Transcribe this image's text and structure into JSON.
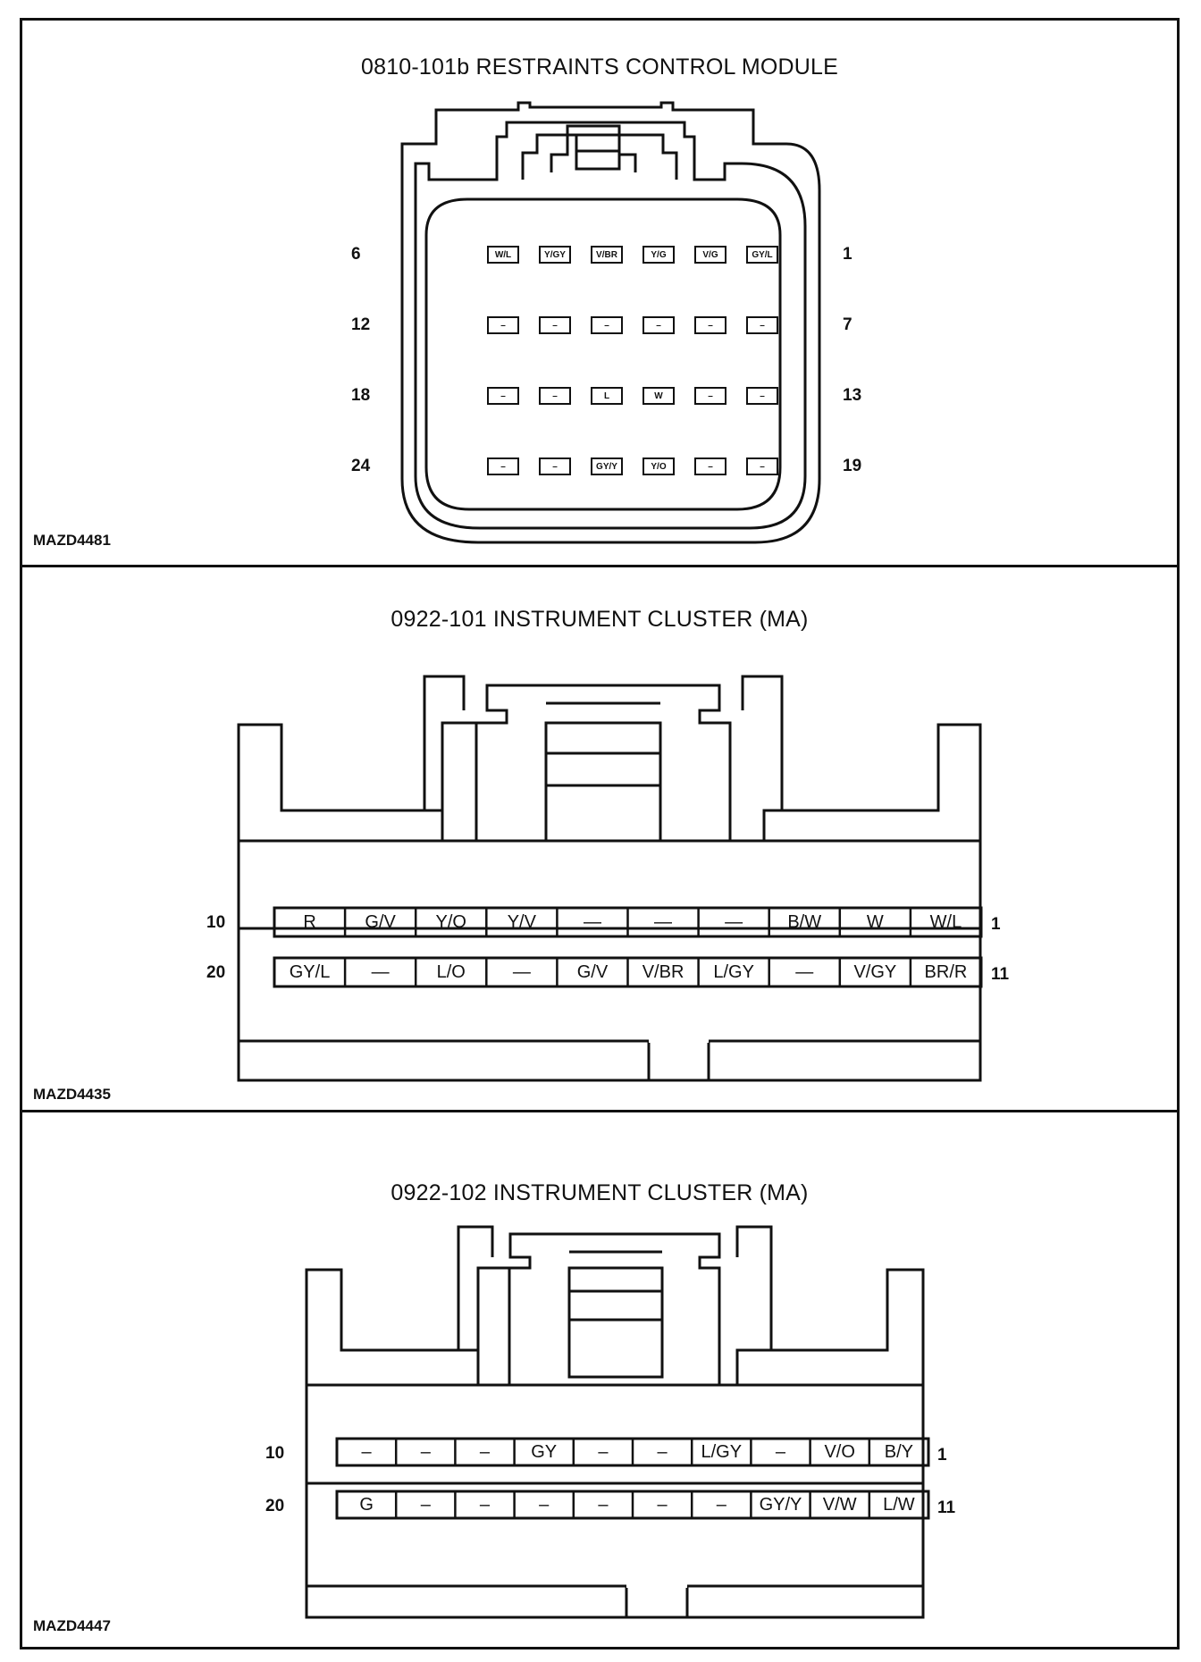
{
  "panels": [
    {
      "title": "0810-101b RESTRAINTS CONTROL MODULE",
      "code": "MAZD4481",
      "rows": [
        {
          "left": "6",
          "right": "1",
          "cells": [
            "W/L",
            "Y/GY",
            "V/BR",
            "Y/G",
            "V/G",
            "GY/L"
          ]
        },
        {
          "left": "12",
          "right": "7",
          "cells": [
            "–",
            "–",
            "–",
            "–",
            "–",
            "–"
          ]
        },
        {
          "left": "18",
          "right": "13",
          "cells": [
            "–",
            "–",
            "L",
            "W",
            "–",
            "–"
          ]
        },
        {
          "left": "24",
          "right": "19",
          "cells": [
            "–",
            "–",
            "GY/Y",
            "Y/O",
            "–",
            "–"
          ]
        }
      ]
    },
    {
      "title": "0922-101 INSTRUMENT CLUSTER (MA)",
      "code": "MAZD4435",
      "rows": [
        {
          "left": "10",
          "right": "1",
          "cells": [
            "R",
            "G/V",
            "Y/O",
            "Y/V",
            "—",
            "—",
            "—",
            "B/W",
            "W",
            "W/L"
          ]
        },
        {
          "left": "20",
          "right": "11",
          "cells": [
            "GY/L",
            "—",
            "L/O",
            "—",
            "G/V",
            "V/BR",
            "L/GY",
            "—",
            "V/GY",
            "BR/R"
          ]
        }
      ]
    },
    {
      "title": "0922-102 INSTRUMENT CLUSTER (MA)",
      "code": "MAZD4447",
      "rows": [
        {
          "left": "10",
          "right": "1",
          "cells": [
            "–",
            "–",
            "–",
            "GY",
            "–",
            "–",
            "L/GY",
            "–",
            "V/O",
            "B/Y"
          ]
        },
        {
          "left": "20",
          "right": "11",
          "cells": [
            "G",
            "–",
            "–",
            "–",
            "–",
            "–",
            "–",
            "GY/Y",
            "V/W",
            "L/W"
          ]
        }
      ]
    }
  ]
}
